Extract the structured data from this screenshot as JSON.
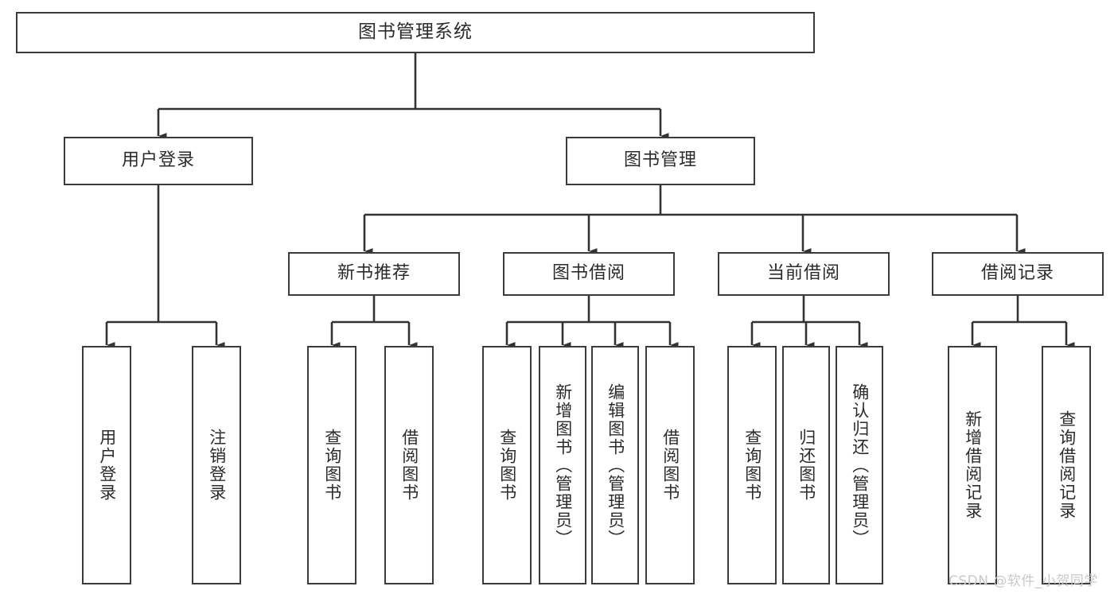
{
  "diagram": {
    "title": "图书管理系统",
    "type": "tree-hierarchy",
    "root": {
      "label": "图书管理系统"
    },
    "level1": [
      {
        "label": "用户登录"
      },
      {
        "label": "图书管理"
      }
    ],
    "level2": [
      {
        "label": "新书推荐"
      },
      {
        "label": "图书借阅"
      },
      {
        "label": "当前借阅"
      },
      {
        "label": "借阅记录"
      }
    ],
    "leaves": {
      "user_login": [
        {
          "label": "用户登录"
        },
        {
          "label": "注销登录"
        }
      ],
      "new_book_recommend": [
        {
          "label": "查询图书"
        },
        {
          "label": "借阅图书"
        }
      ],
      "book_borrow": [
        {
          "label": "查询图书"
        },
        {
          "label": "新增图书（管理员）"
        },
        {
          "label": "编辑图书（管理员）"
        },
        {
          "label": "借阅图书"
        }
      ],
      "current_borrow": [
        {
          "label": "查询图书"
        },
        {
          "label": "归还图书"
        },
        {
          "label": "确认归还（管理员）"
        }
      ],
      "borrow_record": [
        {
          "label": "新增借阅记录"
        },
        {
          "label": "查询借阅记录"
        }
      ]
    }
  },
  "watermark": {
    "text": "CSDN @软件_小贺同学"
  },
  "colors": {
    "box_border": "#3b3b3b",
    "line": "#333333",
    "text": "#2b2b2b",
    "background": "#ffffff",
    "watermark": "#c9c9c9"
  }
}
